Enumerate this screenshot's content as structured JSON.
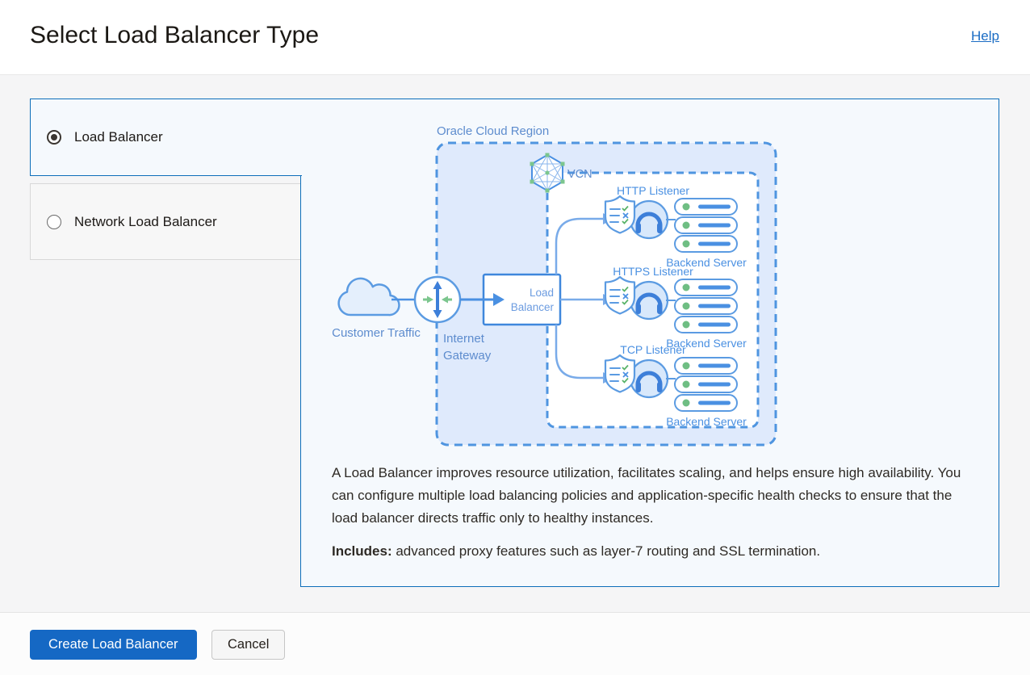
{
  "header": {
    "title": "Select Load Balancer Type",
    "help_label": "Help"
  },
  "options": [
    {
      "label": "Load Balancer",
      "selected": true
    },
    {
      "label": "Network Load Balancer",
      "selected": false
    }
  ],
  "diagram": {
    "region_label": "Oracle Cloud Region",
    "vcn_label": "VCN",
    "customer_traffic_label": "Customer Traffic",
    "internet_gateway_lines": [
      "Internet",
      "Gateway"
    ],
    "load_balancer_lines": [
      "Load",
      "Balancer"
    ],
    "listeners": [
      {
        "label": "HTTP Listener",
        "backend_label": "Backend Server"
      },
      {
        "label": "HTTPS Listener",
        "backend_label": "Backend Server"
      },
      {
        "label": "TCP Listener",
        "backend_label": "Backend Server"
      }
    ]
  },
  "description": {
    "paragraph": "A Load Balancer improves resource utilization, facilitates scaling, and helps ensure high availability. You can configure multiple load balancing policies and application-specific health checks to ensure that the load balancer directs traffic only to healthy instances.",
    "includes_label": "Includes:",
    "includes_text": " advanced proxy features such as layer-7 routing and SSL termination."
  },
  "footer": {
    "create_label": "Create Load Balancer",
    "cancel_label": "Cancel"
  },
  "colors": {
    "panel_border_blue": "#0d6eba",
    "panel_background": "#f5f9fd",
    "diagram_stroke_blue": "#5b9be2",
    "diagram_dash_blue": "#4f95e0",
    "diagram_fill_blue": "#dfeafc",
    "diagram_label_blue": "#5d8cce",
    "listener_label_blue": "#4a90e2",
    "green_accent": "#6fbe83",
    "primary_button_blue": "#1568c4",
    "link_blue": "#1a6cc4",
    "page_band_gray": "#f5f5f6"
  }
}
